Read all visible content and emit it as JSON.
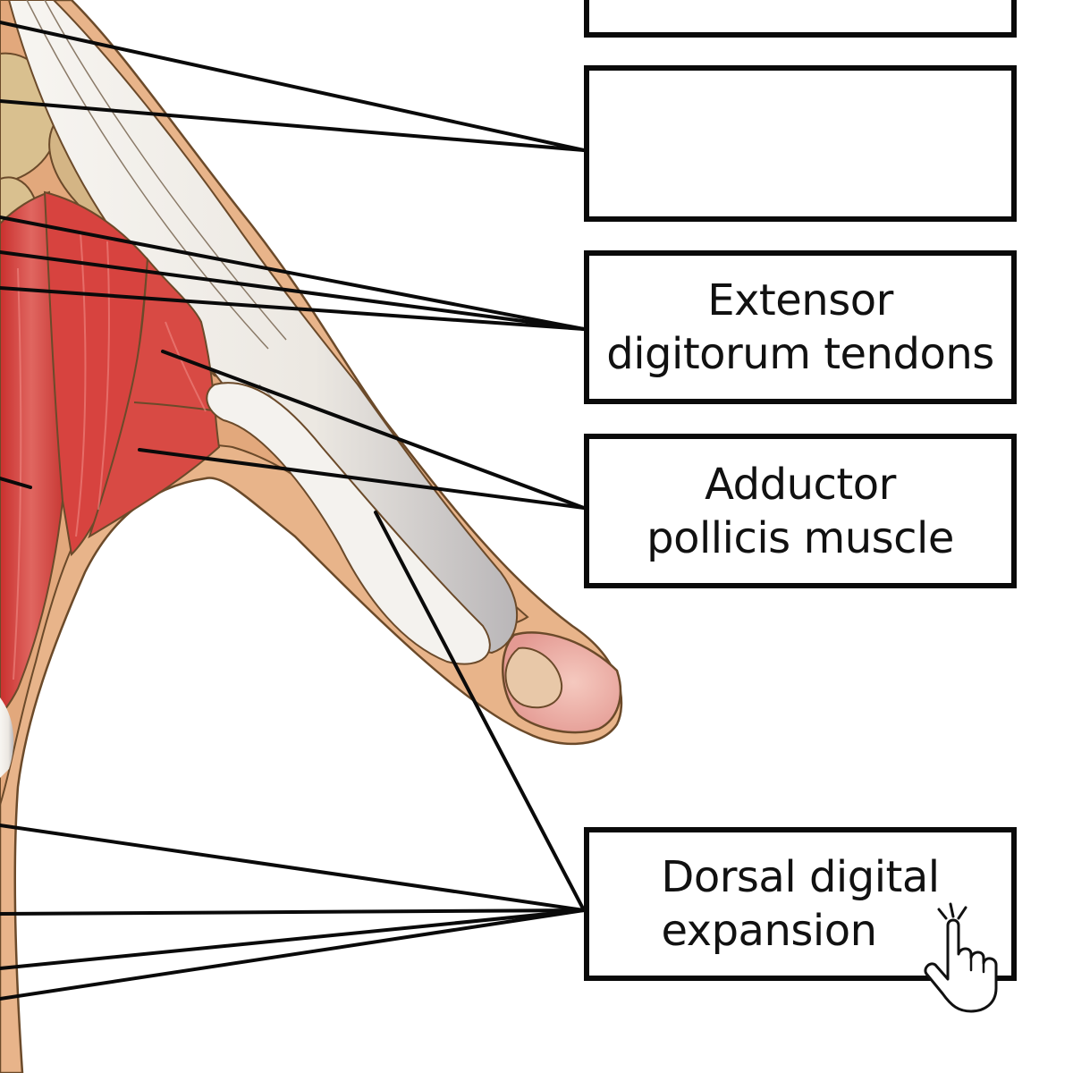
{
  "diagram": {
    "subject": "Dorsal view of thumb and hand anatomy",
    "colors": {
      "skin": "#e8b48a",
      "skin_outline": "#6b4a2a",
      "muscle": "#d7433f",
      "muscle_light": "#e8706a",
      "tendon": "#eeeae4",
      "bone": "#d9c08f",
      "nail": "#f2b8ae",
      "leader_line": "#0a0a0a",
      "box_border": "#0a0a0a"
    }
  },
  "labels": [
    {
      "id": "box-1",
      "lines": [],
      "state": "blank"
    },
    {
      "id": "box-2",
      "lines": [],
      "state": "blank"
    },
    {
      "id": "box-3",
      "lines": [
        "Extensor",
        "digitorum tendons"
      ],
      "state": "revealed"
    },
    {
      "id": "box-4",
      "lines": [
        "Adductor",
        "pollicis muscle"
      ],
      "state": "revealed"
    },
    {
      "id": "box-5",
      "lines": [
        "Dorsal digital",
        "expansion"
      ],
      "state": "revealed"
    }
  ],
  "cursor": {
    "icon": "hand-pointer-click-icon",
    "target": "box-5"
  }
}
